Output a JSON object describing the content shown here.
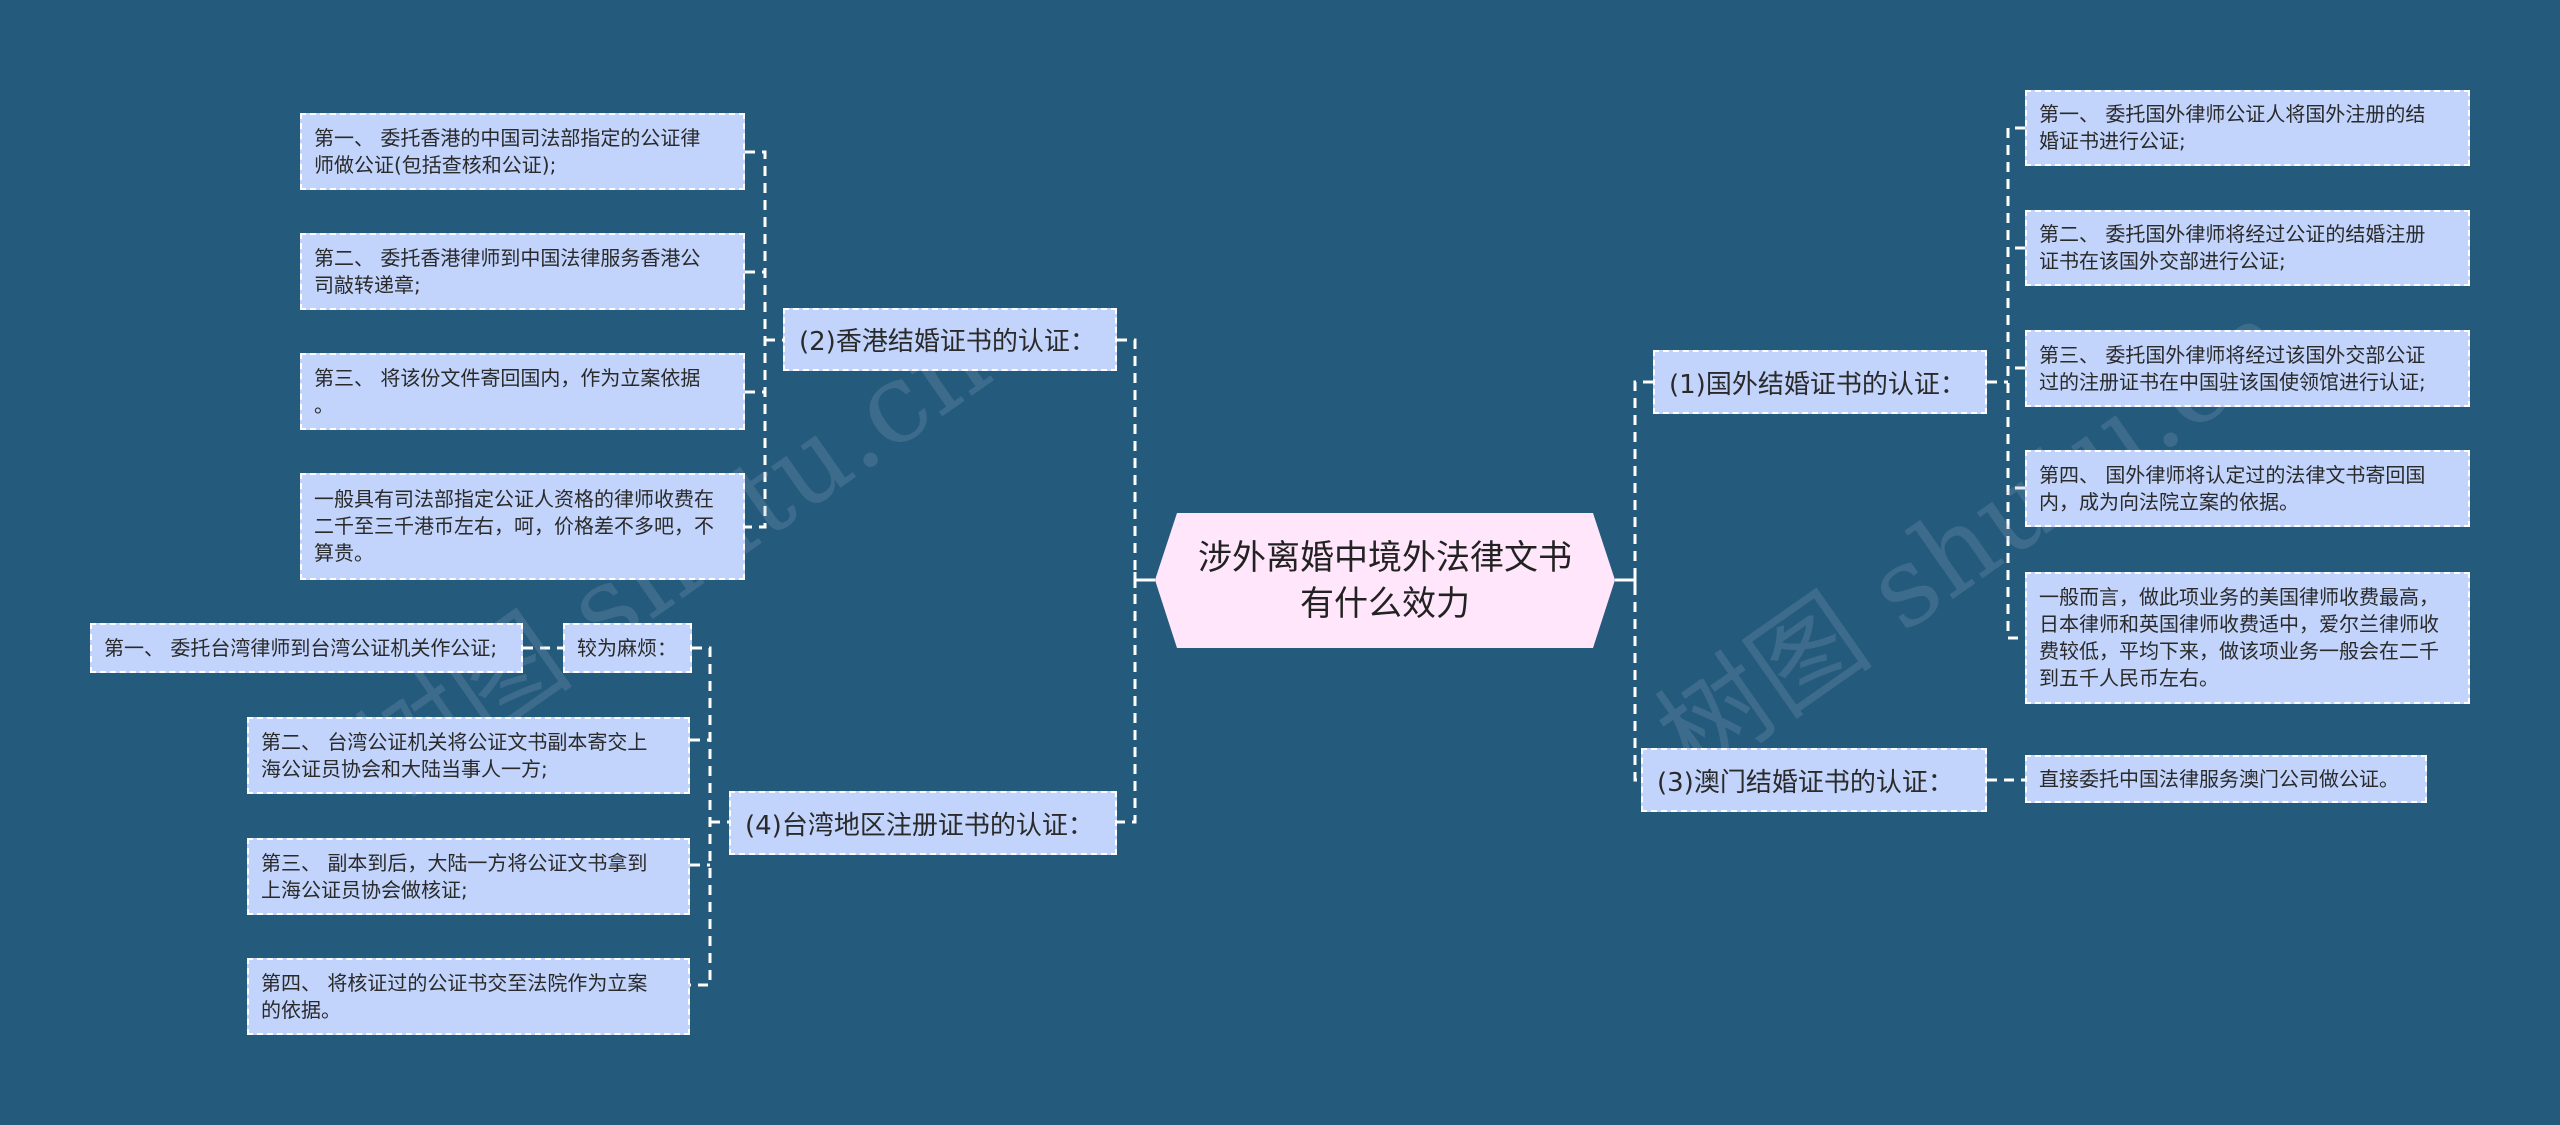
{
  "root": {
    "line1": "涉外离婚中境外法律文书",
    "line2": "有什么效力"
  },
  "branches": {
    "foreign": {
      "label": "(1)国外结婚证书的认证：",
      "items": [
        {
          "line1": "第一、 委托国外律师公证人将国外注册的结",
          "line2": "婚证书进行公证;"
        },
        {
          "line1": "第二、 委托国外律师将经过公证的结婚注册",
          "line2": "证书在该国外交部进行公证;"
        },
        {
          "line1": "第三、 委托国外律师将经过该国外交部公证",
          "line2": "过的注册证书在中国驻该国使领馆进行认证;"
        },
        {
          "line1": "第四、 国外律师将认定过的法律文书寄回国",
          "line2": "内，成为向法院立案的依据。"
        },
        {
          "line1": "一般而言，做此项业务的美国律师收费最高，",
          "line2": "日本律师和英国律师收费适中，爱尔兰律师收",
          "line3": "费较低，平均下来，做该项业务一般会在二千",
          "line4": "到五千人民币左右。"
        }
      ]
    },
    "hongkong": {
      "label": "(2)香港结婚证书的认证：",
      "items": [
        {
          "line1": "第一、 委托香港的中国司法部指定的公证律",
          "line2": "师做公证(包括查核和公证);"
        },
        {
          "line1": "第二、 委托香港律师到中国法律服务香港公",
          "line2": "司敲转递章;"
        },
        {
          "line1": "第三、 将该份文件寄回国内，作为立案依据",
          "line2": "。"
        },
        {
          "line1": "一般具有司法部指定公证人资格的律师收费在",
          "line2": "二千至三千港币左右，呵，价格差不多吧，不",
          "line3": "算贵。"
        }
      ]
    },
    "macau": {
      "label": "(3)澳门结婚证书的认证：",
      "items": [
        {
          "line1": "直接委托中国法律服务澳门公司做公证。"
        }
      ]
    },
    "taiwan": {
      "label": "(4)台湾地区注册证书的认证：",
      "sub_label": "较为麻烦：",
      "sub_items": [
        {
          "line1": "第一、 委托台湾律师到台湾公证机关作公证;"
        }
      ],
      "items": [
        {
          "line1": "第二、 台湾公证机关将公证文书副本寄交上",
          "line2": "海公证员协会和大陆当事人一方;"
        },
        {
          "line1": "第三、 副本到后，大陆一方将公证文书拿到",
          "line2": "上海公证员协会做核证;"
        },
        {
          "line1": "第四、 将核证过的公证书交至法院作为立案",
          "line2": "的依据。"
        }
      ]
    }
  },
  "watermarks": [
    "树图 shutu.cn",
    "树图 shutu.cn"
  ],
  "colors": {
    "background": "#245a7c",
    "node_fill": "#c2d4fb",
    "root_fill": "#ffe6fb",
    "connector": "#ffffff"
  }
}
